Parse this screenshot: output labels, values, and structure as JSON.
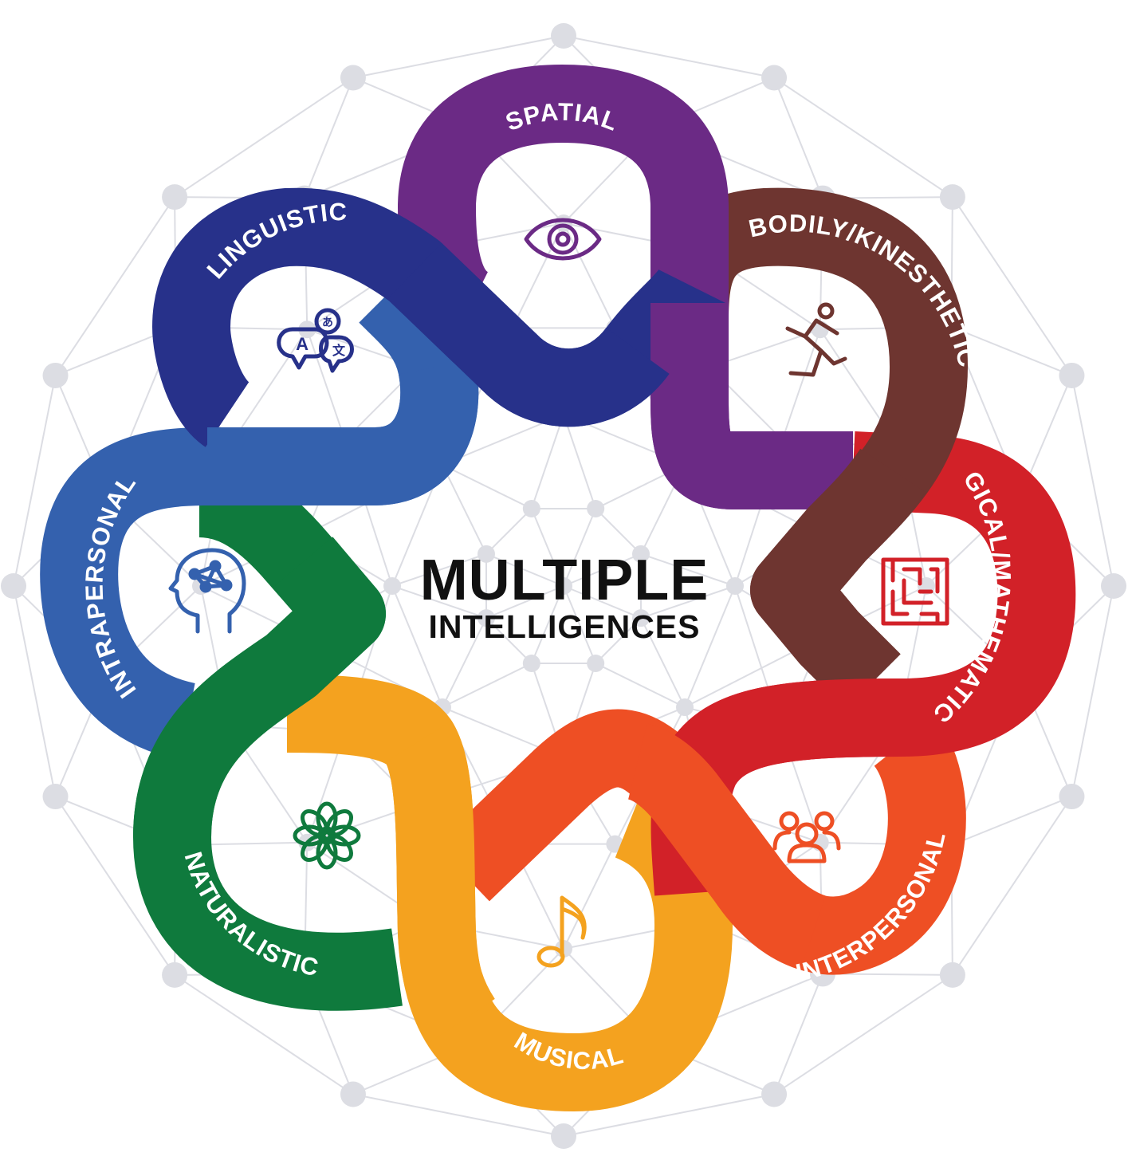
{
  "title": {
    "line1": "MULTIPLE",
    "line2": "INTELLIGENCES"
  },
  "intelligences": [
    {
      "id": "spatial",
      "label": "SPATIAL",
      "color": "#6b2a85",
      "icon": "eye-icon"
    },
    {
      "id": "bodily",
      "label": "BODILY/KINESTHETIC",
      "color": "#6e3530",
      "icon": "running-person-icon"
    },
    {
      "id": "logical",
      "label": "LOGICAL/MATHEMATICAL",
      "color": "#d22128",
      "icon": "maze-icon"
    },
    {
      "id": "interpersonal",
      "label": "INTERPERSONAL",
      "color": "#ee4f24",
      "icon": "group-of-people-icon"
    },
    {
      "id": "musical",
      "label": "MUSICAL",
      "color": "#f4a21f",
      "icon": "music-note-icon"
    },
    {
      "id": "naturalistic",
      "label": "NATURALISTIC",
      "color": "#0f7a3d",
      "icon": "flower-icon"
    },
    {
      "id": "intrapersonal",
      "label": "INTRAPERSONAL",
      "color": "#3461ae",
      "icon": "head-network-icon"
    },
    {
      "id": "linguistic",
      "label": "LINGUISTIC",
      "color": "#27318a",
      "icon": "speech-bubbles-language-icon"
    }
  ],
  "language_icon_glyphs": [
    "A",
    "あ",
    "文"
  ],
  "network_color": "#dcdde3"
}
